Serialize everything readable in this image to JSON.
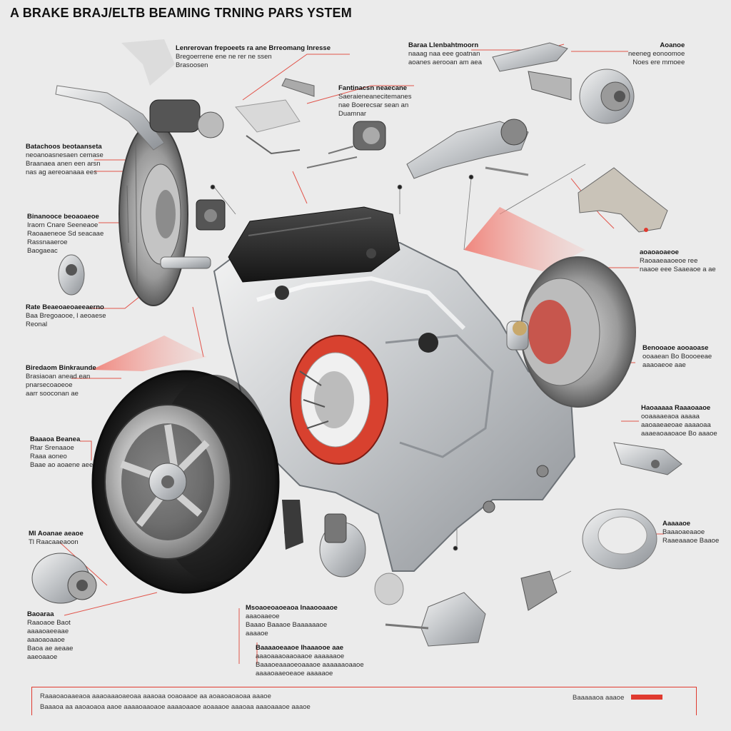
{
  "title": "A  BRAKE BRAJ/ELTB BEAMING TRNING PARS YSTEM",
  "accent_color": "#e03a2f",
  "callouts": [
    {
      "id": "top-center",
      "lines": [
        "Lenrerovan frepoeets ra ane Brreomang Inresse",
        "Bregoerrene ene ne rer ne ssen",
        "Brasoosen"
      ]
    },
    {
      "id": "top-right-1",
      "lines": [
        "Baraa Llenbahtmoorn",
        "naaag naa eee goatnan",
        "aoanes aerooan am aea"
      ]
    },
    {
      "id": "top-right-2",
      "lines": [
        "Aoanoe",
        "neeneg eonoomoe",
        "Noes ere mmoee"
      ]
    },
    {
      "id": "upper-center",
      "lines": [
        "Fantinacsn neaecane",
        "Saeraieneanecitemanes",
        "nae Boerecsar sean an",
        "Duamnar"
      ]
    },
    {
      "id": "left-1",
      "lines": [
        "Batachoos beotaanseta",
        "neoanoasnesaen cemase",
        "Braanaea anen een arsn",
        "nas ag aereoanaaa ees"
      ]
    },
    {
      "id": "left-2",
      "lines": [
        "Binanooce beoaoaeoe",
        "Iraorn Cnare Seeneaoe",
        "Raoaaeneoe Sd seacaae",
        "Rassnaaeroe",
        "Baogaeac"
      ]
    },
    {
      "id": "left-3",
      "lines": [
        "Rate Beaeoaeoaeeaerno",
        "Baa Bregoaooe, l aeoaese",
        "Reonal"
      ]
    },
    {
      "id": "left-4",
      "lines": [
        "Biredaom Binkraunde",
        "Brasiaoan anead ean",
        "pnarsecoaoeoe",
        "aarr sooconan ae"
      ]
    },
    {
      "id": "left-5",
      "lines": [
        "Baaaoa Beanea",
        "Rtar Srenaaoe",
        "Raaa aoneo",
        "Baae ao aoaene aee"
      ]
    },
    {
      "id": "left-6",
      "lines": [
        "Ml Aoanae aeaoe",
        "Tl Raacaaeaoon"
      ]
    },
    {
      "id": "left-7",
      "lines": [
        "Baoaraa",
        "Raaoaoe Baot",
        "aaaaoaeeaae",
        "aaaoaoaaoe",
        "Baoa ae aeaae",
        "aaeoaaoe"
      ]
    },
    {
      "id": "right-1",
      "lines": [
        "aoaoaoaeoe",
        "Raoaaeaaoeoe ree",
        "naaoe eee Saaeaoe a ae"
      ]
    },
    {
      "id": "right-2",
      "lines": [
        "Benooaoe aooaoase",
        "ooaaean Bo Boooeeae",
        "aaaoaeoe aae"
      ]
    },
    {
      "id": "right-3",
      "lines": [
        "Haoaaaaa Raaaoaaoe",
        "ooaaaaeaoa aaaaa",
        "aaoaaeaeoae aaaaoaa",
        "aaaeaoaaoaoe Bo aaaoe"
      ]
    },
    {
      "id": "right-4",
      "lines": [
        "Aaaaaoe",
        "Baaaoaeaaoe",
        "Raaeaaaoe Baaoe"
      ]
    },
    {
      "id": "bottom-center-1",
      "lines": [
        "Msoaoeoaoeaoa Inaaooaaoe",
        "aaaoaaeoe",
        "Baaao Baaaoe Baaaaaaoe",
        "aaaaoe"
      ]
    },
    {
      "id": "bottom-center-2",
      "lines": [
        "Baaaaoeaaoe Ihaaaooe aae",
        "aaaoaaaoaaoaaoe aaaaaaoe",
        "Baaaoeaaaoeoaaaoe aaaaaaoaaoe",
        "aaaaoaaeoeaoe aaaaaoe"
      ]
    }
  ],
  "footer": {
    "line1": "Raaaoaoaaeaoa aaaoaaaoaeoaa aaaoaa ooaoaaoe aa aoaaoaoaoaa aaaoe",
    "line2": "Baaaoa  aa aaoaoaoa aaoe aaaaoaaoaoe aaaaoaaoe aoaaaoe aaaoaa aaaoaaaoe aaaoe",
    "right": "Baaaaaoa aaaoe"
  }
}
